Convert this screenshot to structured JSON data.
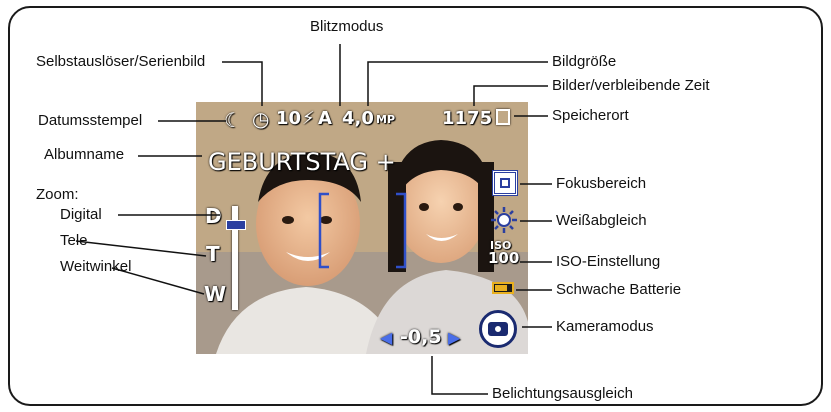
{
  "callouts": {
    "blitzmodus": "Blitzmodus",
    "selbstausloeser": "Selbstauslöser/Serienbild",
    "bildgroesse": "Bildgröße",
    "bilder_zeit": "Bilder/verbleibende Zeit",
    "datumsstempel": "Datumsstempel",
    "speicherort": "Speicherort",
    "albumname": "Albumname",
    "zoom": "Zoom:",
    "digital": "Digital",
    "tele": "Tele",
    "weitwinkel": "Weitwinkel",
    "fokusbereich": "Fokusbereich",
    "weissabgleich": "Weißabgleich",
    "iso_einstellung": "ISO-Einstellung",
    "schwache_batterie": "Schwache Batterie",
    "kameramodus": "Kameramodus",
    "belichtung": "Belichtungsausgleich"
  },
  "screen": {
    "self_timer_count": "10",
    "flash_mode": "A",
    "resolution_value": "4,0",
    "resolution_unit": "MP",
    "pictures_remaining": "1175",
    "album_name": "GEBURTSTAG +",
    "zoom_digital": "D",
    "zoom_tele": "T",
    "zoom_wide": "W",
    "zoom_level": 0.85,
    "iso_label": "ISO",
    "iso_value": "100",
    "exposure_value": "-0,5",
    "battery_color": "#e8b020",
    "icon_color": "#2b3fa0"
  }
}
